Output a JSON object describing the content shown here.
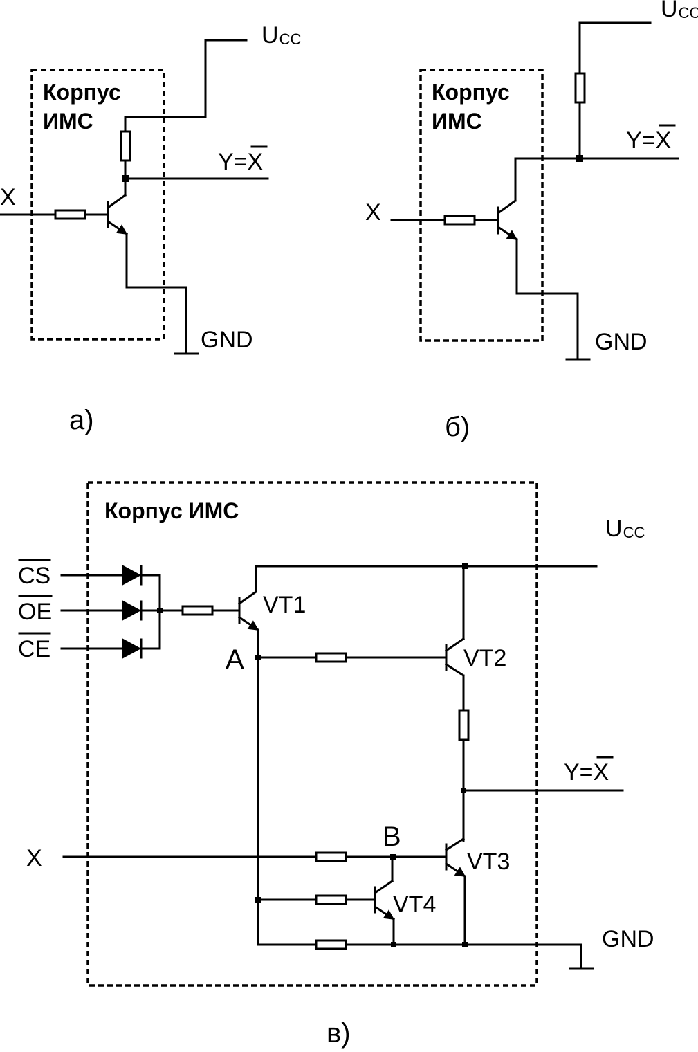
{
  "diagram_a": {
    "body": [
      "Корпус",
      "ИМС"
    ],
    "input": "X",
    "supply": "U",
    "supply_sub": "CC",
    "output": "Y=X",
    "ground": "GND",
    "caption": "а)"
  },
  "diagram_b": {
    "body": [
      "Корпус",
      "ИМС"
    ],
    "input": "X",
    "supply": "U",
    "supply_sub": "CC",
    "output": "Y=X",
    "ground": "GND",
    "caption": "б)"
  },
  "diagram_c": {
    "body": "Корпус ИМС",
    "inputs": [
      "CS",
      "OE",
      "CE"
    ],
    "transistors": [
      "VT1",
      "VT2",
      "VT3",
      "VT4"
    ],
    "node_a": "A",
    "node_b": "B",
    "input": "X",
    "supply": "U",
    "supply_sub": "CC",
    "output": "Y=X",
    "ground": "GND",
    "caption": "в)"
  }
}
